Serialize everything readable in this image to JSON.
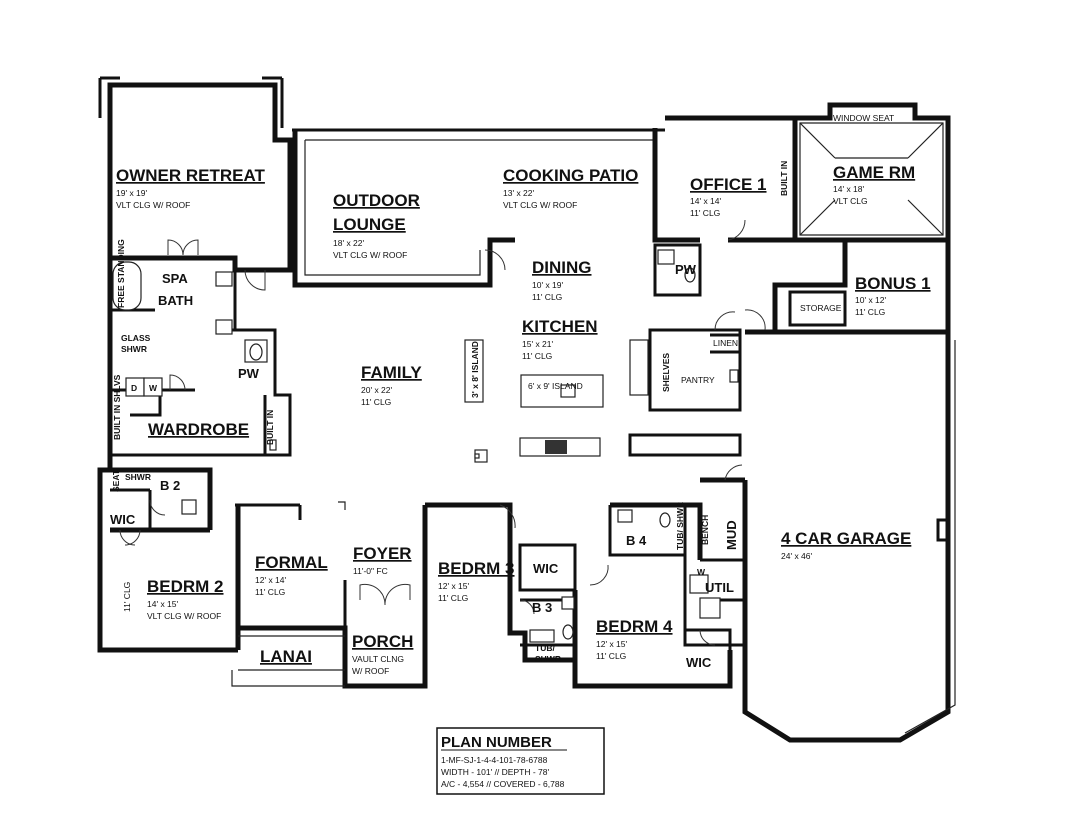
{
  "rooms": {
    "owner_retreat": {
      "name": "OWNER RETREAT",
      "dim": "19' x 19'",
      "note": "VLT CLG W/ ROOF"
    },
    "outdoor_lounge": {
      "name1": "OUTDOOR",
      "name2": "LOUNGE",
      "dim": "18' x 22'",
      "note": "VLT CLG W/ ROOF"
    },
    "cooking_patio": {
      "name": "COOKING PATIO",
      "dim": "13' x 22'",
      "note": "VLT CLG W/ ROOF"
    },
    "office_1": {
      "name": "OFFICE 1",
      "dim": "14' x 14'",
      "note": "11' CLG"
    },
    "game_rm": {
      "name": "GAME RM",
      "dim": "14' x 18'",
      "note": "VLT CLG"
    },
    "window_seat": {
      "name": "WINDOW SEAT"
    },
    "built_in_office": {
      "name": "BUILT IN"
    },
    "spa_bath": {
      "name1": "SPA",
      "name2": "BATH"
    },
    "free_standing": {
      "name": "FREE STANDING"
    },
    "glass_shwr": {
      "name1": "GLASS",
      "name2": "SHWR"
    },
    "pw_owner": {
      "name": "PW"
    },
    "dining": {
      "name": "DINING",
      "dim": "10' x 19'",
      "note": "11' CLG"
    },
    "pw_dining": {
      "name": "PW"
    },
    "bonus_1": {
      "name": "BONUS 1",
      "dim": "10' x 12'",
      "note": "11' CLG"
    },
    "storage": {
      "name": "STORAGE"
    },
    "kitchen": {
      "name": "KITCHEN",
      "dim": "15' x 21'",
      "note": "11' CLG"
    },
    "linen": {
      "name": "LINEN"
    },
    "family": {
      "name": "FAMILY",
      "dim": "20' x 22'",
      "note": "11' CLG"
    },
    "island_small": {
      "name": "3' x 8' ISLAND"
    },
    "island_main": {
      "name": "6' x 9' ISLAND"
    },
    "shelves": {
      "name": "SHELVES"
    },
    "pantry": {
      "name": "PANTRY"
    },
    "wardrobe": {
      "name": "WARDROBE"
    },
    "built_in_shlvs": {
      "name": "BUILT IN SHLVS"
    },
    "built_in_wardrobe": {
      "name": "BUILT IN"
    },
    "dryer": {
      "name": "D"
    },
    "washer": {
      "name": "W"
    },
    "seat_b2": {
      "name": "SEAT"
    },
    "shwr_b2": {
      "name": "SHWR"
    },
    "b2": {
      "name": "B 2"
    },
    "wic_b2": {
      "name": "WIC"
    },
    "bedrm_2": {
      "name": "BEDRM 2",
      "dim": "14' x 15'",
      "note": "VLT CLG W/ ROOF",
      "side_note": "11' CLG"
    },
    "formal": {
      "name": "FORMAL",
      "dim": "12' x 14'",
      "note": "11' CLG"
    },
    "foyer": {
      "name": "FOYER",
      "dim": "11'-0\" FC"
    },
    "bedrm_3": {
      "name": "BEDRM 3",
      "dim": "12' x 15'",
      "note": "11' CLG"
    },
    "wic_b3": {
      "name": "WIC"
    },
    "b3": {
      "name": "B 3"
    },
    "tub_shwr_b3": {
      "name1": "TUB/",
      "name2": "SHWR"
    },
    "b4": {
      "name": "B 4"
    },
    "tub_shwr_b4": {
      "name": "TUB/ SHWR"
    },
    "bench": {
      "name": "BENCH"
    },
    "mud": {
      "name": "MUD"
    },
    "util": {
      "name": "UTIL"
    },
    "w_util": {
      "name": "W"
    },
    "bedrm_4": {
      "name": "BEDRM 4",
      "dim": "12' x 15'",
      "note": "11' CLG"
    },
    "wic_b4": {
      "name": "WIC"
    },
    "garage": {
      "name": "4 CAR GARAGE",
      "dim": "24' x 46'"
    },
    "lanai": {
      "name": "LANAI"
    },
    "porch": {
      "name": "PORCH",
      "note1": "VAULT CLNG",
      "note2": "W/ ROOF"
    }
  },
  "plan_number": {
    "title": "PLAN NUMBER",
    "code": "1-MF-SJ-1-4-4-101-78-6788",
    "size": "WIDTH - 101' // DEPTH - 78'",
    "area": "A/C - 4,554 // COVERED - 6,788"
  }
}
